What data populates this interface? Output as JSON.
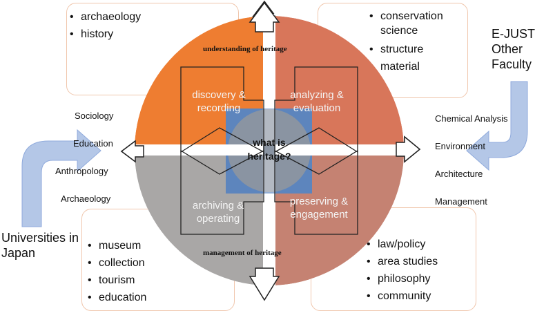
{
  "boxes": {
    "top_left": [
      "archaeology",
      "history"
    ],
    "top_right": [
      "conservation science",
      "structure",
      "material"
    ],
    "bottom_left": [
      "museum",
      "collection",
      "tourism",
      "education"
    ],
    "bottom_right": [
      "law/policy",
      "area studies",
      "philosophy",
      "community"
    ]
  },
  "quadrants": {
    "q1": "discovery & recording",
    "q2": "analyzing & evaluation",
    "q3": "archiving & operating",
    "q4": "preserving & engagement"
  },
  "axis_labels": {
    "top": "understanding of heritage",
    "bottom": "management of heritage"
  },
  "center": "what is heritage?",
  "left_fields": [
    "Sociology",
    "Education",
    "Anthropology",
    "Archaeology"
  ],
  "right_fields": [
    "Chemical Analysis",
    "Environment",
    "Architecture",
    "Management"
  ],
  "left_source": "Universities in Japan",
  "right_source": "E-JUST Other Faculty",
  "colors": {
    "orange": "#ee7d31",
    "salmon": "#d6775a",
    "gray": "#a8a6a5",
    "rose": "#c77e6f",
    "arrow_blue": "#b4c7e7",
    "center_blue": "#5d85bd"
  }
}
